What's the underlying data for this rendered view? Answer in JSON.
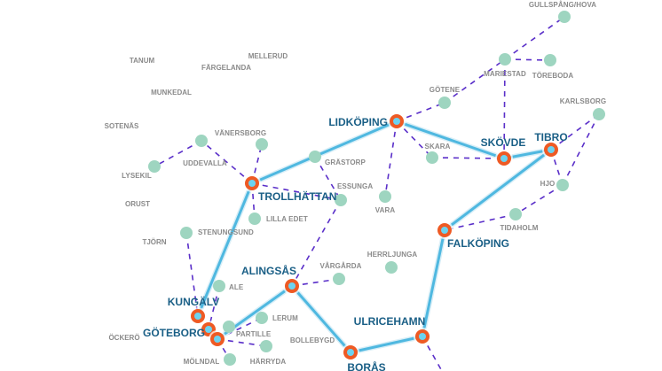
{
  "map": {
    "colors": {
      "trunk_line": "#4fb8e0",
      "trunk_casing": "#d8eef7",
      "feeder_line": "#5a2fc9",
      "hub_ring": "#ee5a24",
      "hub_center": "#6cd3f0",
      "node_fill": "#9ed5c0",
      "hub_label": "#1a5f86",
      "minor_label": "#8a8a8a"
    },
    "hubs": [
      {
        "id": "lidkoping",
        "name": "LIDKÖPING"
      },
      {
        "id": "skovde",
        "name": "SKÖVDE"
      },
      {
        "id": "tibro",
        "name": "TIBRO"
      },
      {
        "id": "trollhattan",
        "name": "TROLLHÄTTAN"
      },
      {
        "id": "falkoping",
        "name": "FALKÖPING"
      },
      {
        "id": "alingsas",
        "name": "ALINGSÅS"
      },
      {
        "id": "kungalv",
        "name": "KUNGÄLV"
      },
      {
        "id": "goteborg",
        "name": "GÖTEBORG"
      },
      {
        "id": "goteborg2",
        "name": ""
      },
      {
        "id": "ulricehamn",
        "name": "ULRICEHAMN"
      },
      {
        "id": "boras",
        "name": "BORÅS"
      }
    ],
    "nodes": [
      {
        "id": "gullspang",
        "name": "GULLSPÅNG/HOVA"
      },
      {
        "id": "mariestad",
        "name": "MARIESTAD"
      },
      {
        "id": "toreboda",
        "name": "TÖREBODA"
      },
      {
        "id": "gotene",
        "name": "GÖTENE"
      },
      {
        "id": "karlsborg",
        "name": "KARLSBORG"
      },
      {
        "id": "skara",
        "name": "SKARA"
      },
      {
        "id": "hjo",
        "name": "HJO"
      },
      {
        "id": "tidaholm",
        "name": "TIDAHOLM"
      },
      {
        "id": "vara",
        "name": "VARA"
      },
      {
        "id": "grastorp",
        "name": "GRÄSTORP"
      },
      {
        "id": "essunga",
        "name": "ESSUNGA"
      },
      {
        "id": "vanersborg",
        "name": "VÄNERSBORG"
      },
      {
        "id": "uddevalla",
        "name": "UDDEVALLA"
      },
      {
        "id": "lysekil",
        "name": "LYSEKIL"
      },
      {
        "id": "lillaedet",
        "name": "LILLA EDET"
      },
      {
        "id": "stenungsund",
        "name": "STENUNGSUND"
      },
      {
        "id": "ale",
        "name": "ALE"
      },
      {
        "id": "vargarda",
        "name": "VÅRGÅRDA"
      },
      {
        "id": "herrljunga",
        "name": "HERRLJUNGA"
      },
      {
        "id": "lerum",
        "name": "LERUM"
      },
      {
        "id": "partille",
        "name": "PARTILLE"
      },
      {
        "id": "harryda",
        "name": "HÄRRYDA"
      },
      {
        "id": "molndal",
        "name": "MÖLNDAL"
      }
    ],
    "plain_labels": [
      {
        "id": "tanum",
        "name": "TANUM"
      },
      {
        "id": "fargelanda",
        "name": "FÄRGELANDA"
      },
      {
        "id": "mellerud",
        "name": "MELLERUD"
      },
      {
        "id": "munkedal",
        "name": "MUNKEDAL"
      },
      {
        "id": "sotenas",
        "name": "SOTENÄS"
      },
      {
        "id": "orust",
        "name": "ORUST"
      },
      {
        "id": "tjorn",
        "name": "TJÖRN"
      },
      {
        "id": "ockero",
        "name": "ÖCKERÖ"
      },
      {
        "id": "bollebygd",
        "name": "BOLLEBYGD"
      }
    ],
    "trunk_routes": [
      [
        "trollhattan",
        "lidkoping"
      ],
      [
        "lidkoping",
        "skovde"
      ],
      [
        "skovde",
        "tibro"
      ],
      [
        "tibro",
        "falkoping"
      ],
      [
        "falkoping",
        "ulricehamn"
      ],
      [
        "ulricehamn",
        "boras"
      ],
      [
        "boras",
        "alingsas"
      ],
      [
        "alingsas",
        "goteborg2"
      ],
      [
        "kungalv",
        "trollhattan"
      ]
    ],
    "feeder_routes": [
      [
        "lidkoping",
        "gotene"
      ],
      [
        "gotene",
        "mariestad"
      ],
      [
        "mariestad",
        "gullspang"
      ],
      [
        "mariestad",
        "toreboda"
      ],
      [
        "mariestad",
        "skovde"
      ],
      [
        "lidkoping",
        "skara"
      ],
      [
        "skara",
        "skovde"
      ],
      [
        "lidkoping",
        "vara"
      ],
      [
        "lidkoping",
        "grastorp"
      ],
      [
        "grastorp",
        "trollhattan"
      ],
      [
        "grastorp",
        "essunga"
      ],
      [
        "tibro",
        "karlsborg"
      ],
      [
        "tibro",
        "hjo"
      ],
      [
        "hjo",
        "karlsborg"
      ],
      [
        "hjo",
        "tidaholm"
      ],
      [
        "tidaholm",
        "falkoping"
      ],
      [
        "trollhattan",
        "vanersborg"
      ],
      [
        "trollhattan",
        "uddevalla"
      ],
      [
        "uddevalla",
        "lysekil"
      ],
      [
        "trollhattan",
        "lillaedet"
      ],
      [
        "trollhattan",
        "essunga"
      ],
      [
        "essunga",
        "alingsas"
      ],
      [
        "alingsas",
        "vargarda"
      ],
      [
        "stenungsund",
        "kungalv"
      ],
      [
        "ale",
        "goteborg"
      ],
      [
        "goteborg",
        "goteborg2"
      ],
      [
        "goteborg2",
        "lerum"
      ],
      [
        "goteborg2",
        "partille"
      ],
      [
        "goteborg2",
        "harryda"
      ],
      [
        "goteborg2",
        "molndal"
      ],
      [
        "kungalv",
        "goteborg"
      ],
      [
        "ulricehamn",
        "offmap"
      ]
    ]
  }
}
